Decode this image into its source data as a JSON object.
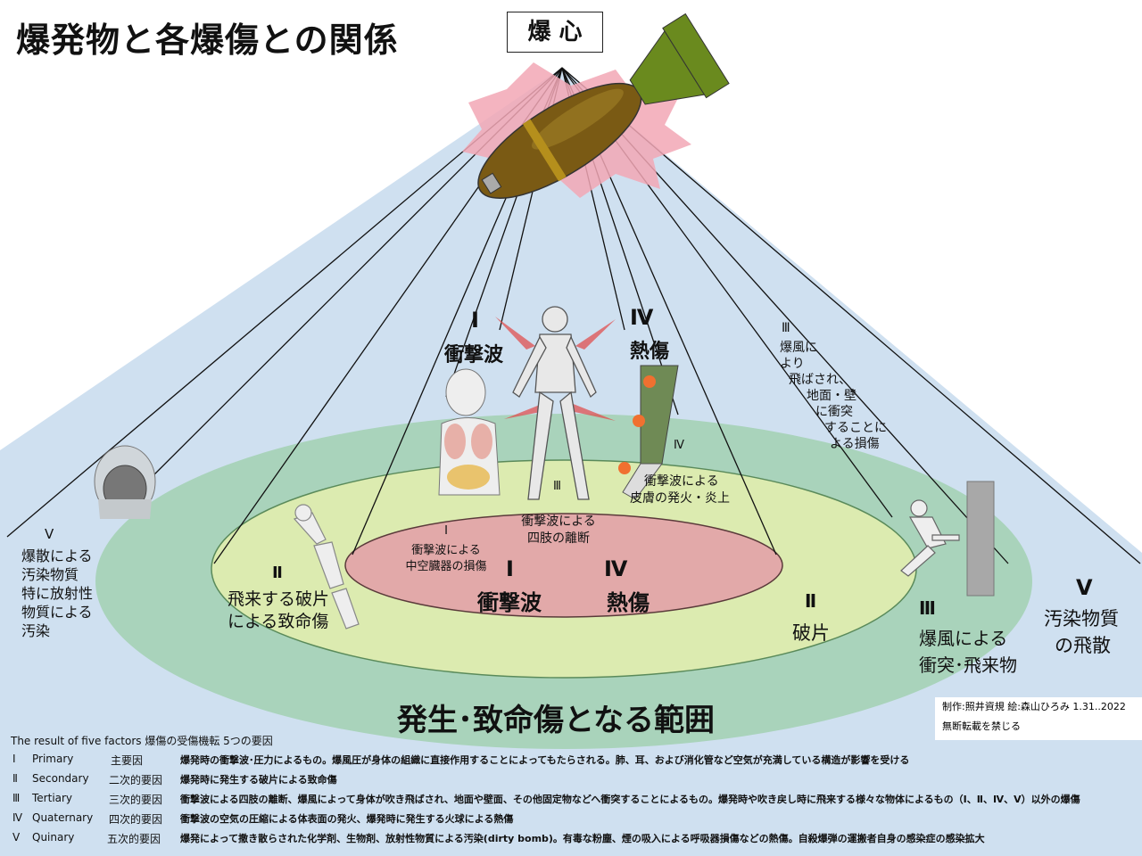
{
  "title": "爆発物と各爆傷との関係",
  "center_box": "爆 心",
  "labels": {
    "inner_top_num": "Ⅰ",
    "inner_top_1": "衝撃波による",
    "inner_top_2": "中空臓器の損傷",
    "inner_l_num": "Ⅰ",
    "inner_l_txt": "衝撃波",
    "inner_r_num": "Ⅳ",
    "inner_r_txt": "熱傷",
    "limbs_1": "衝撃波による",
    "limbs_2": "四肢の離断",
    "roman3_small": "Ⅲ",
    "roman4_small": "Ⅳ",
    "skin_1": "衝撃波による",
    "skin_2": "皮膚の発火・炎上",
    "frag_num": "Ⅱ",
    "frag_1": "飛来する破片",
    "frag_2": "による致命傷",
    "top_l_num": "Ⅰ",
    "top_l_txt": "衝撃波",
    "top_r_num": "Ⅳ",
    "top_r_txt": "熱傷",
    "blown_num": "Ⅲ",
    "blown_1": "爆風に",
    "blown_2": "より",
    "blown_3": "飛ばされ、",
    "blown_4": "地面・壁",
    "blown_5": "に衝突",
    "blown_6": "することに",
    "blown_7": "よる損傷",
    "cont_num": "Ⅴ",
    "cont_1": "爆散による",
    "cont_2": "汚染物質",
    "cont_3": "特に放射性",
    "cont_4": "物質による",
    "cont_5": "汚染",
    "shard_num": "Ⅱ",
    "shard_txt": "破片",
    "impact_num": "Ⅲ",
    "impact_1": "爆風による",
    "impact_2": "衝突･飛来物",
    "scatter_num": "Ⅴ",
    "scatter_1": "汚染物質",
    "scatter_2": "の飛散",
    "range": "発生･致命傷となる範囲"
  },
  "credit": {
    "line1": "制作:照井資規 絵:森山ひろみ 1.31..2022",
    "line2": "無断転載を禁じる"
  },
  "legend": {
    "heading": "The result of five factors 爆傷の受傷機転 5つの要因",
    "rows": [
      {
        "num": "Ⅰ",
        "en": "Primary",
        "jp": "主要因",
        "desc": "爆発時の衝撃波･圧力によるもの。爆風圧が身体の組織に直接作用することによってもたらされる。肺、耳、および消化管など空気が充満している構造が影響を受ける"
      },
      {
        "num": "Ⅱ",
        "en": "Secondary",
        "jp": "二次的要因",
        "desc": "爆発時に発生する破片による致命傷"
      },
      {
        "num": "Ⅲ",
        "en": "Tertiary",
        "jp": "三次的要因",
        "desc": "衝撃波による四肢の離断、爆風によって身体が吹き飛ばされ、地面や壁面、その他固定物などへ衝突することによるもの。爆発時や吹き戻し時に飛来する様々な物体によるもの（Ⅰ、Ⅱ、Ⅳ、Ⅴ）以外の爆傷"
      },
      {
        "num": "Ⅳ",
        "en": "Quaternary",
        "jp": "四次的要因",
        "desc": "衝撃波の空気の圧縮による体表面の発火、爆発時に発生する火球による熱傷"
      },
      {
        "num": "Ⅴ",
        "en": "Quinary",
        "jp": "五次的要因",
        "desc": "爆発によって撒き散らされた化学剤、生物剤、放射性物質による汚染(dirty bomb)。有毒な粉塵、煙の吸入による呼吸器損傷などの熱傷。自殺爆弾の運搬者自身の感染症の感染拡大"
      }
    ]
  },
  "colors": {
    "cone": "#cfe0f0",
    "outer_ellipse": "#a9d3bb",
    "middle_ellipse": "#dcebb0",
    "inner_ellipse": "#e2a9a9",
    "bomb": "#7a6a12",
    "blast": "#f2a7b5"
  }
}
